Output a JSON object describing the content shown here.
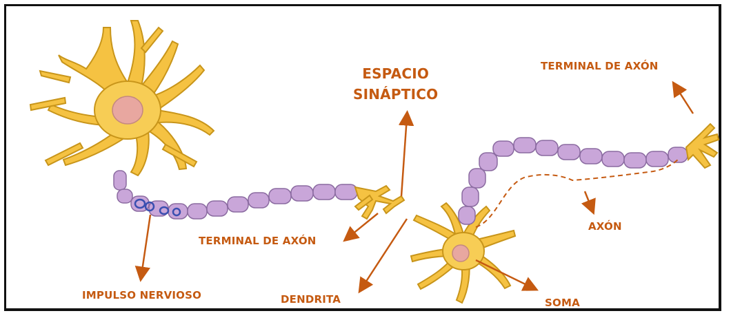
{
  "labels": {
    "espacio_sinaptico": "ESPACIO\nSINÁPTICO",
    "terminal_axon_top": "TERMINAL DE AXÓN",
    "terminal_axon_mid": "TERMINAL DE AXÓN",
    "axon": "AXÓN",
    "impulso_nervioso": "IMPULSO NERVIOSO",
    "dendrita": "DENDRITA",
    "soma": "SOMA"
  },
  "colors": {
    "label": "#c55a11",
    "neuron_body": "#f5c242",
    "neuron_outline": "#c8951a",
    "myelin": "#c9a6d9",
    "myelin_outline": "#8a6aa0",
    "nucleus": "#e8a7a0",
    "impulse": "#3a4fb0",
    "arrow": "#c55a11"
  }
}
